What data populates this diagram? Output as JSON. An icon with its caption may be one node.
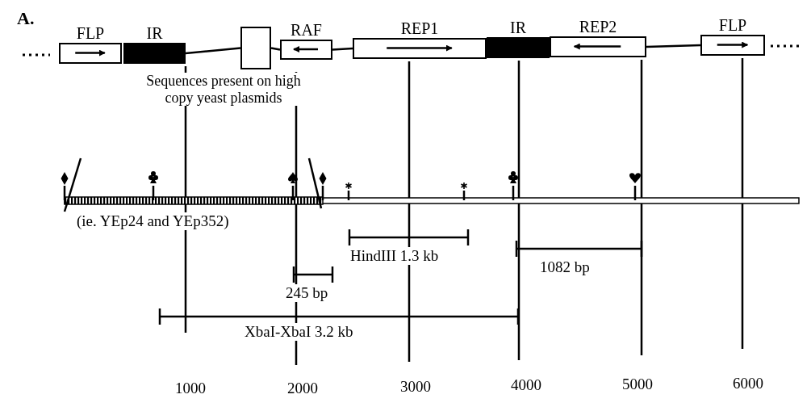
{
  "diagram": {
    "nodes": [
      {
        "text": [
          "FLP"
        ]
      },
      {
        "text": [
          "IR"
        ]
      },
      {
        "text": [],
        "shape": "box"
      },
      {
        "text": [
          "RAF"
        ]
      },
      {
        "text": [
          "REP1"
        ]
      },
      {
        "text": [
          "IR"
        ]
      },
      {
        "text": [
          "REP2"
        ]
      },
      {
        "text": [
          "FLP"
        ]
      }
    ],
    "edges": [
      {
        "from": 1,
        "to": 2,
        "arrow": "none"
      },
      {
        "from": 2,
        "to": 3,
        "arrow": "none"
      },
      {
        "from": 3,
        "to": 4,
        "arrow": "none"
      },
      {
        "from": 6,
        "to": 7,
        "arrow": "none"
      }
    ],
    "labels": [
      "A.",
      "Sequences present on high copy yeast plasmids",
      "(ie. YEp24 and YEp352)",
      "HindIII 1.3 kb",
      "1082 bp",
      "245 bp",
      "XbaI-XbaI 3.2 kb",
      "1000",
      "2000",
      "3000",
      "4000",
      "5000",
      "6000"
    ]
  }
}
